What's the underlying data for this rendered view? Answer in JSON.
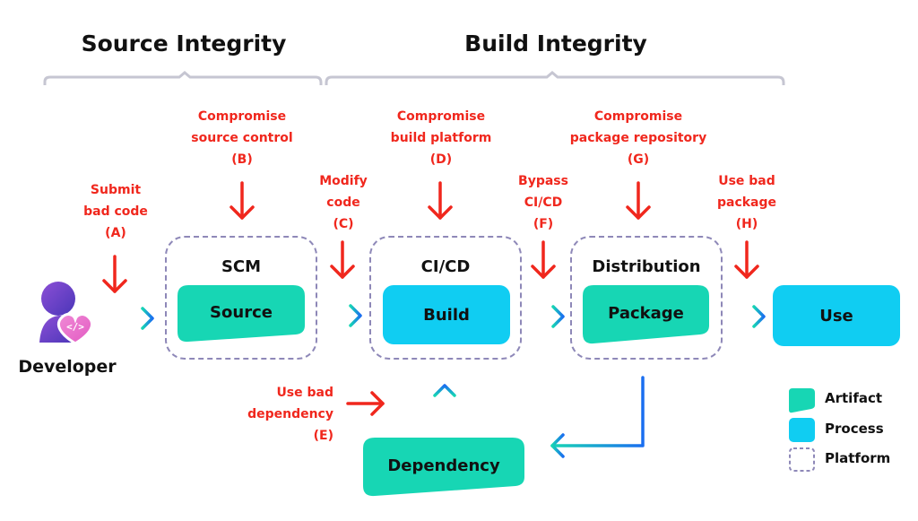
{
  "sections": {
    "source_integrity": "Source Integrity",
    "build_integrity": "Build Integrity"
  },
  "threats": {
    "a": "Submit\nbad code\n(A)",
    "b": "Compromise\nsource control\n(B)",
    "c": "Modify\ncode\n(C)",
    "d": "Compromise\nbuild platform\n(D)",
    "e": "Use bad\ndependency\n(E)",
    "f": "Bypass\nCI/CD\n(F)",
    "g": "Compromise\npackage repository\n(G)",
    "h": "Use bad\npackage\n(H)"
  },
  "actor": {
    "label": "Developer",
    "icon": "developer-code-heart-icon"
  },
  "platforms": {
    "scm": "SCM",
    "cicd": "CI/CD",
    "distribution": "Distribution"
  },
  "nodes": {
    "source": "Source",
    "build": "Build",
    "package": "Package",
    "use": "Use",
    "dependency": "Dependency"
  },
  "legend": {
    "artifact": "Artifact",
    "process": "Process",
    "platform": "Platform"
  },
  "colors": {
    "threat": "#f0271d",
    "artifact": "#17d6b4",
    "process": "#10cdf2",
    "platform_border": "#8e88b8",
    "flow_start": "#17d6b4",
    "flow_end": "#1a6ef0"
  }
}
